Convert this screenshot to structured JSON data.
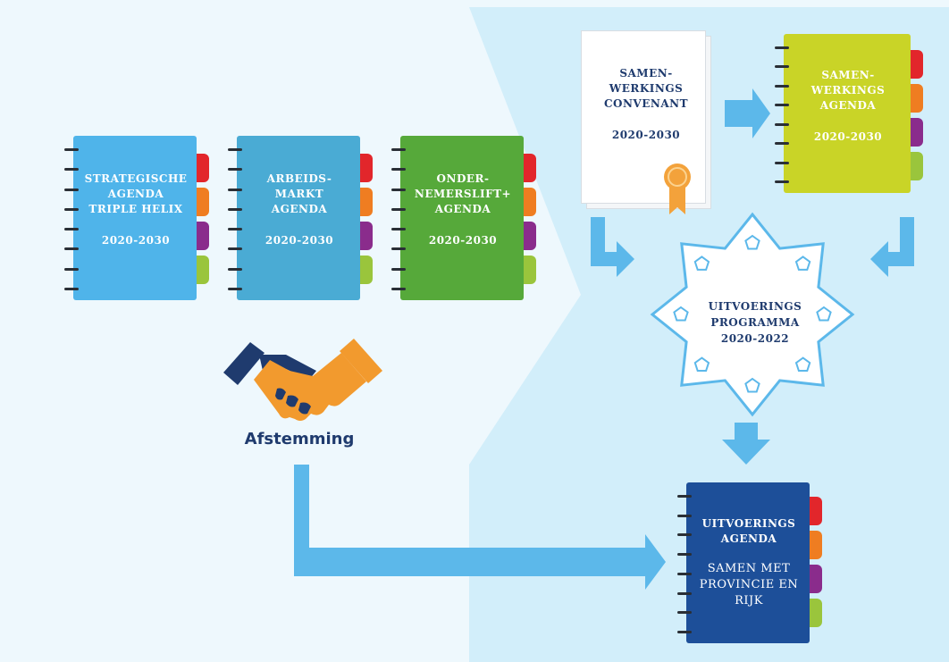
{
  "notebooks": {
    "strategic": {
      "title": "STRATEGISCHE\nAGENDA\nTRIPLE HELIX",
      "year": "2020-2030"
    },
    "labour": {
      "title": "ARBEIDS-\nMARKT\nAGENDA",
      "year": "2020-2030"
    },
    "entrepreneur": {
      "title": "ONDER-\nNEMERSLIFT+\nAGENDA",
      "year": "2020-2030"
    },
    "cooperation": {
      "title": "SAMEN-\nWERKINGS\nAGENDA",
      "year": "2020-2030"
    },
    "execution": {
      "title": "UITVOERINGS\nAGENDA",
      "subtitle": "SAMEN MET\nPROVINCIE EN\nRIJK"
    }
  },
  "covenant": {
    "title": "SAMEN-\nWERKINGS\nCONVENANT",
    "year": "2020-2030"
  },
  "program": {
    "title": "UITVOERINGS\nPROGRAMMA\n2020-2022"
  },
  "handshake": {
    "label": "Afstemming",
    "icon": "handshake-icon"
  },
  "colors": {
    "background": "#eef8fd",
    "panel": "#d2eefa",
    "arrow": "#5cb8ea",
    "strategic": "#4fb4ea",
    "labour": "#4aabd4",
    "entrepreneur": "#56a93a",
    "cooperation": "#c9d427",
    "execution": "#1d4f99",
    "text_dark": "#1f3b6e",
    "tab_red": "#e2262b",
    "tab_orange": "#ef7d21",
    "tab_purple": "#8a2c8c",
    "tab_green": "#9ac53c",
    "ribbon": "#f3a23b"
  }
}
